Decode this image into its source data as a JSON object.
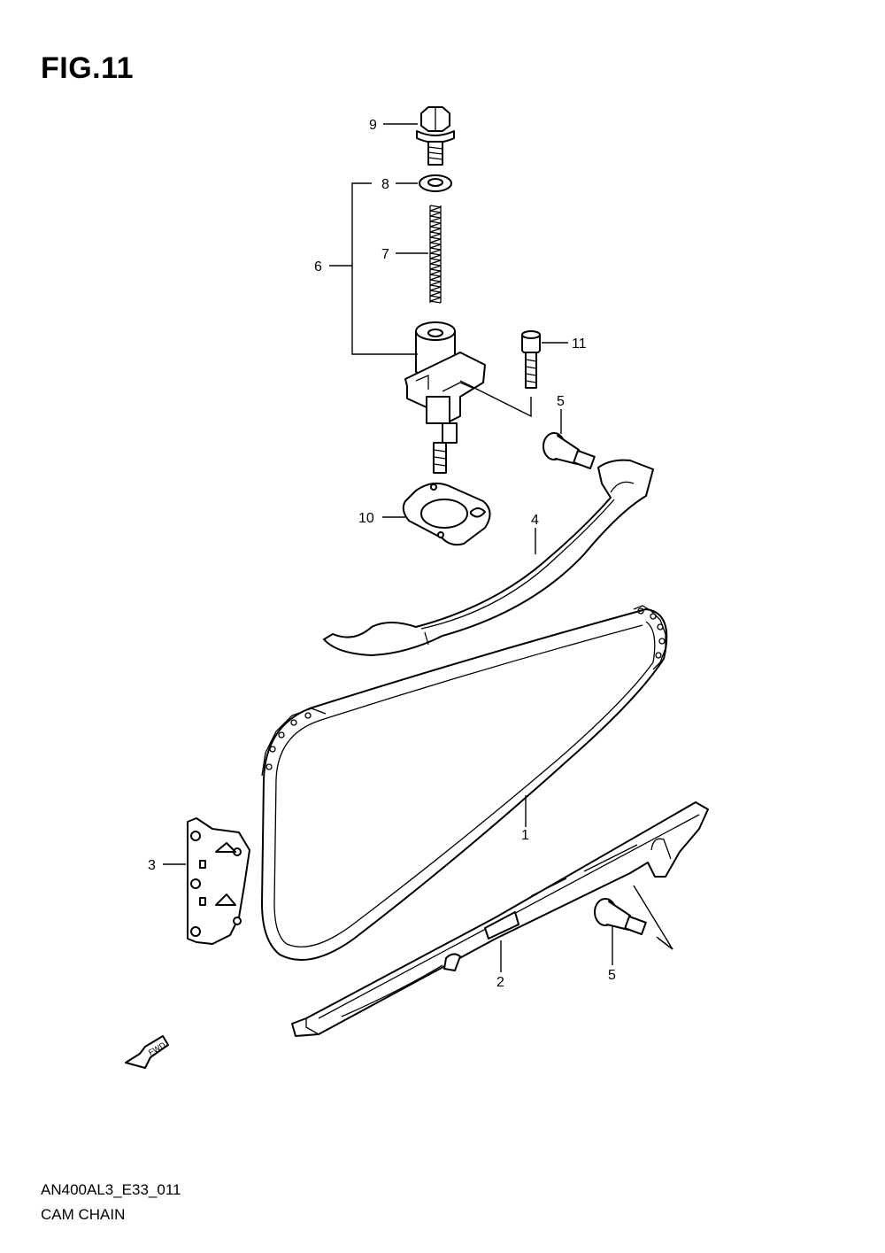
{
  "figure": {
    "title": "FIG.11"
  },
  "callouts": {
    "c1": "1",
    "c2": "2",
    "c3": "3",
    "c4": "4",
    "c5a": "5",
    "c5b": "5",
    "c6": "6",
    "c7": "7",
    "c8": "8",
    "c9": "9",
    "c10": "10",
    "c11": "11"
  },
  "fwd_label": "FWD",
  "footer": {
    "code": "AN400AL3_E33_011",
    "name": "CAM CHAIN"
  }
}
